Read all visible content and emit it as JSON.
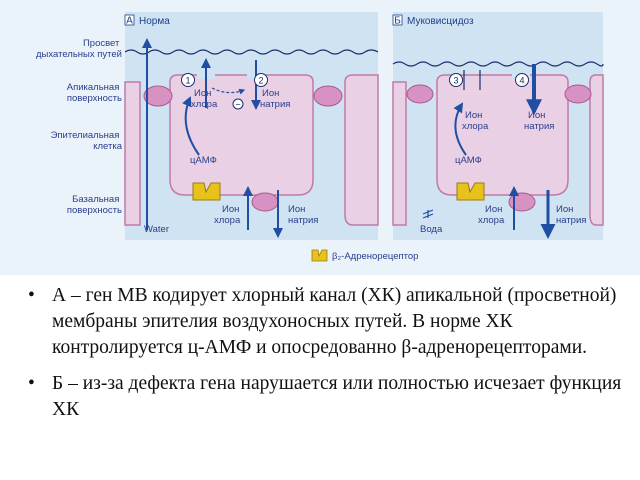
{
  "panels": {
    "a": {
      "letter": "А",
      "title": "Норма"
    },
    "b": {
      "letter": "Б",
      "title": "Муковисцидоз"
    }
  },
  "side_labels": {
    "lumen": [
      "Просвет",
      "дыхательных путей"
    ],
    "apical": [
      "Апикальная",
      "поверхность"
    ],
    "epithelial": [
      "Эпителиальная",
      "клетка"
    ],
    "basal": [
      "Базальная",
      "поверхность"
    ]
  },
  "markers": {
    "m1": "1",
    "m2": "2",
    "m3": "3",
    "m4": "4",
    "minus": "−"
  },
  "labels": {
    "a_cl_ion": [
      "Ион",
      "хлора"
    ],
    "a_na_ion": [
      "Ион",
      "натрия"
    ],
    "a_camp": "цАМФ",
    "a_water": "Water",
    "a_cl_ion_basal": [
      "Ион",
      "хлора"
    ],
    "a_na_ion_basal": [
      "Ион",
      "натрия"
    ],
    "b_cl_ion": [
      "Ион",
      "хлора"
    ],
    "b_na_ion": [
      "Ион",
      "натрия"
    ],
    "b_camp": "цАМФ",
    "b_water": "Вода",
    "b_cl_ion_basal": [
      "Ион",
      "хлора"
    ],
    "b_na_ion_basal": [
      "Ион",
      "натрия"
    ]
  },
  "legend": {
    "text": "β₂-Адренорецептор"
  },
  "bullets": [
    "А – ген МВ кодирует хлорный канал (ХК) апикальной (просветной) мембраны эпителия воздухоносных путей. В норме ХК контролируется ц-АМФ и опосредованно β-адренорецепторами.",
    "Б – из-за дефекта гена нарушается или полностью исчезает функция ХК"
  ],
  "bullet_symbol": "•",
  "colors": {
    "background_band": "#cfe3f2",
    "cell_fill": "#ead0e4",
    "cell_outline": "#c07aa6",
    "arrow": "#1f4ea3",
    "receptor": "#e8c21c"
  }
}
